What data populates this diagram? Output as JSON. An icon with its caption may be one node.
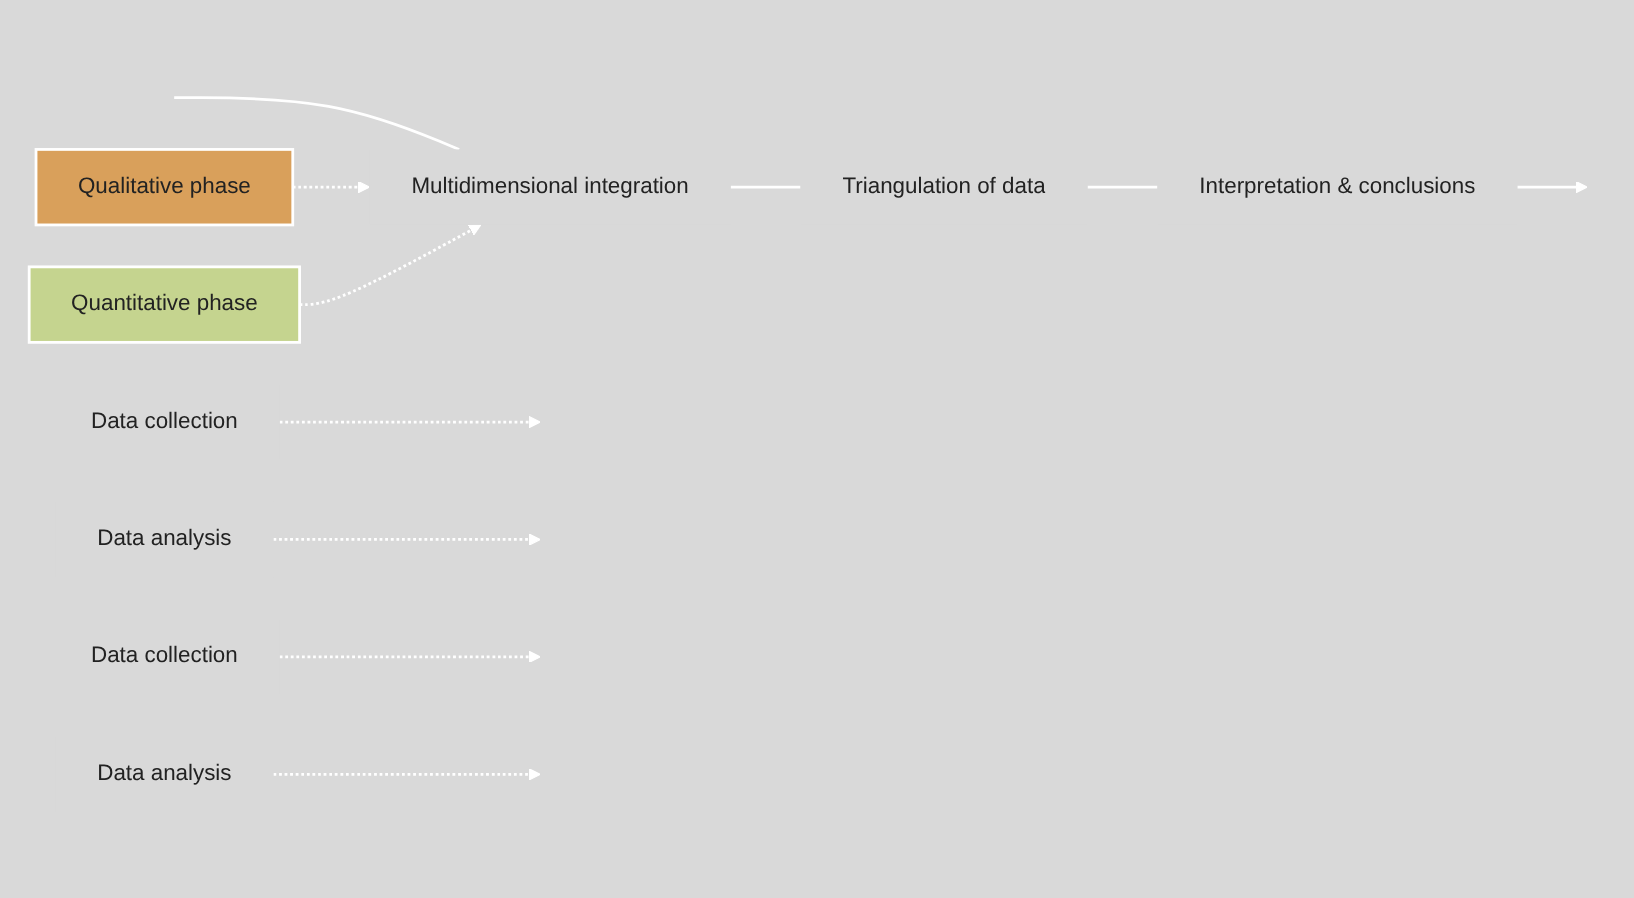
{
  "diagram": {
    "nodes": [
      {
        "text": [
          "Qualitative phase"
        ]
      },
      {
        "text": [
          "Data collection"
        ]
      },
      {
        "text": [
          "Data analysis"
        ]
      },
      {
        "text": [
          "Multidimensional integration"
        ]
      },
      {
        "text": [
          "Triangulation of data"
        ]
      },
      {
        "text": [
          "Interpretation & conclusions"
        ]
      },
      {
        "text": [
          "Data collection"
        ]
      },
      {
        "text": [
          "Data analysis"
        ]
      },
      {
        "text": [
          "Quantitative phase"
        ]
      }
    ],
    "edges": [
      {
        "from": null,
        "to": 3,
        "arrow": "none"
      },
      {
        "from": 1,
        "to": null,
        "arrow": "to",
        "style": "dashed"
      },
      {
        "from": 2,
        "to": null,
        "arrow": "to",
        "style": "dashed"
      },
      {
        "from": 6,
        "to": null,
        "arrow": "to",
        "style": "dashed"
      },
      {
        "from": 7,
        "to": null,
        "arrow": "to",
        "style": "dashed"
      },
      {
        "from": 0,
        "to": 3,
        "arrow": "to",
        "style": "dashed"
      },
      {
        "from": 8,
        "to": 3,
        "arrow": "to",
        "style": "dashed"
      },
      {
        "from": 3,
        "to": 4,
        "arrow": "none"
      },
      {
        "from": 4,
        "to": 5,
        "arrow": "none"
      },
      {
        "from": 5,
        "to": null,
        "arrow": "to"
      }
    ]
  }
}
